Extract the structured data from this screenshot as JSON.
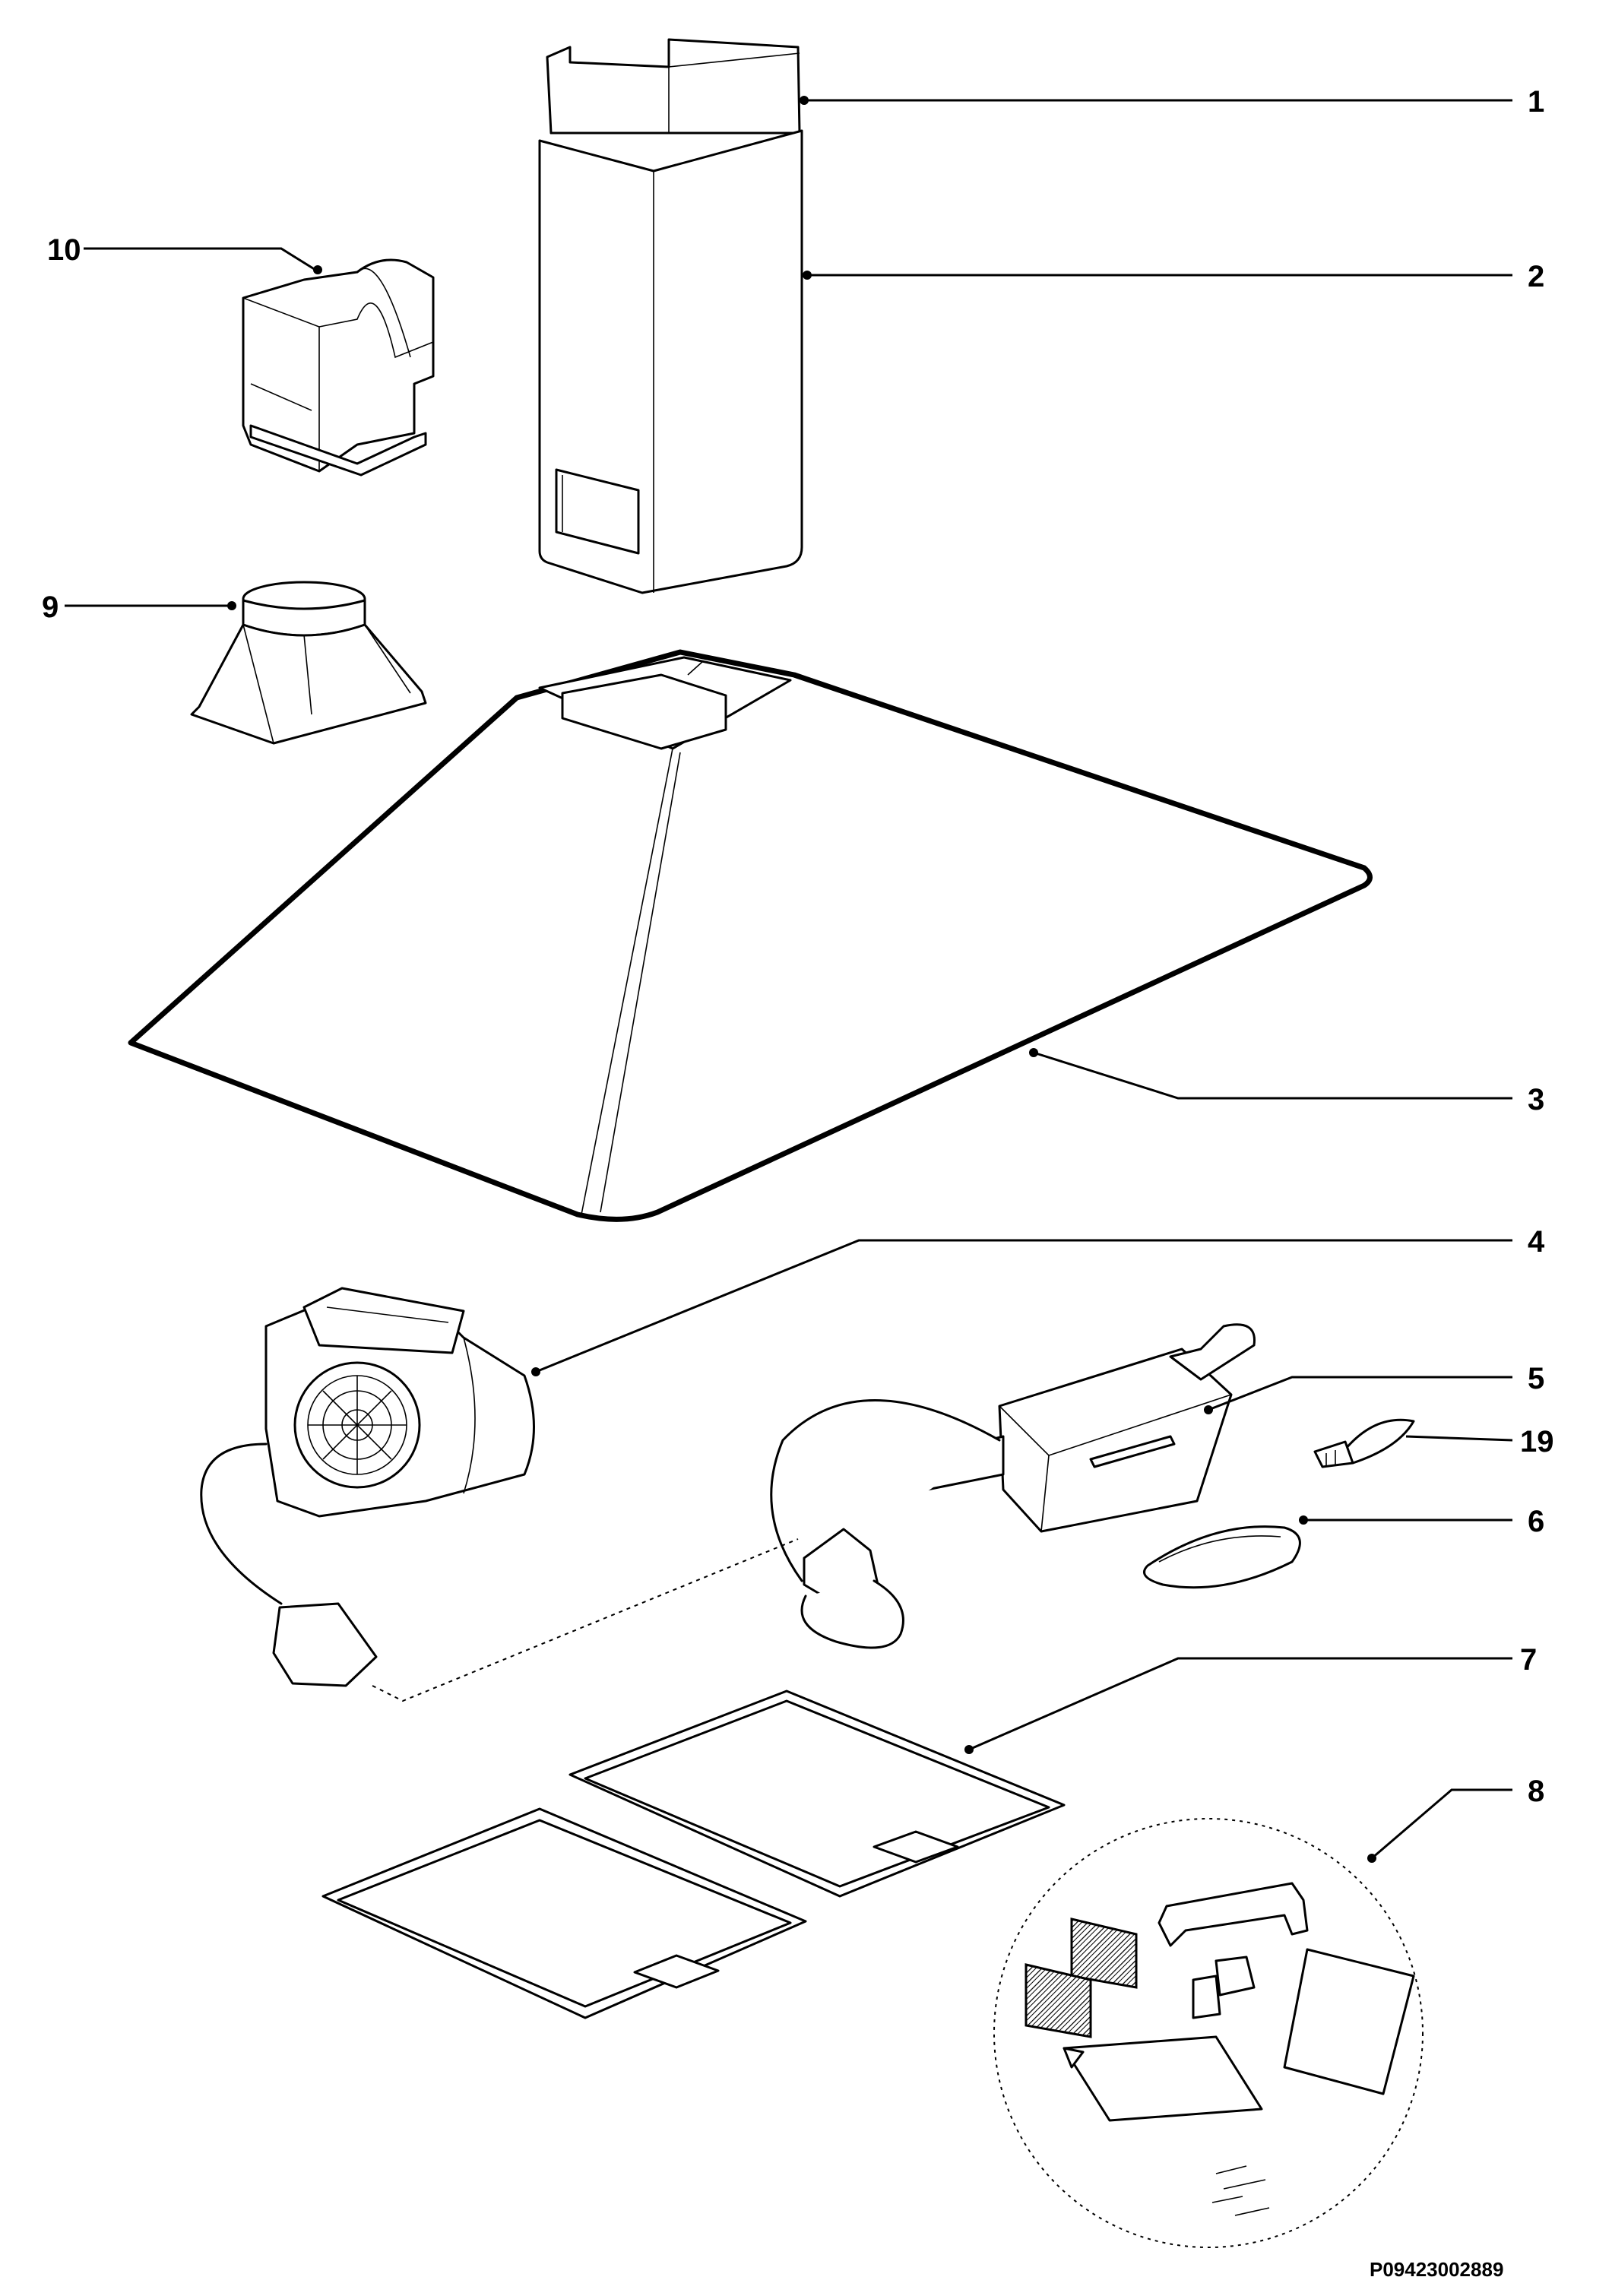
{
  "drawing_code": "P09423002889",
  "callouts": [
    {
      "id": "p1",
      "label": "1"
    },
    {
      "id": "p2",
      "label": "2"
    },
    {
      "id": "p3",
      "label": "3"
    },
    {
      "id": "p4",
      "label": "4"
    },
    {
      "id": "p5",
      "label": "5"
    },
    {
      "id": "p19",
      "label": "19"
    },
    {
      "id": "p6",
      "label": "6"
    },
    {
      "id": "p7",
      "label": "7"
    },
    {
      "id": "p8",
      "label": "8"
    },
    {
      "id": "p9",
      "label": "9"
    },
    {
      "id": "p10",
      "label": "10"
    }
  ]
}
